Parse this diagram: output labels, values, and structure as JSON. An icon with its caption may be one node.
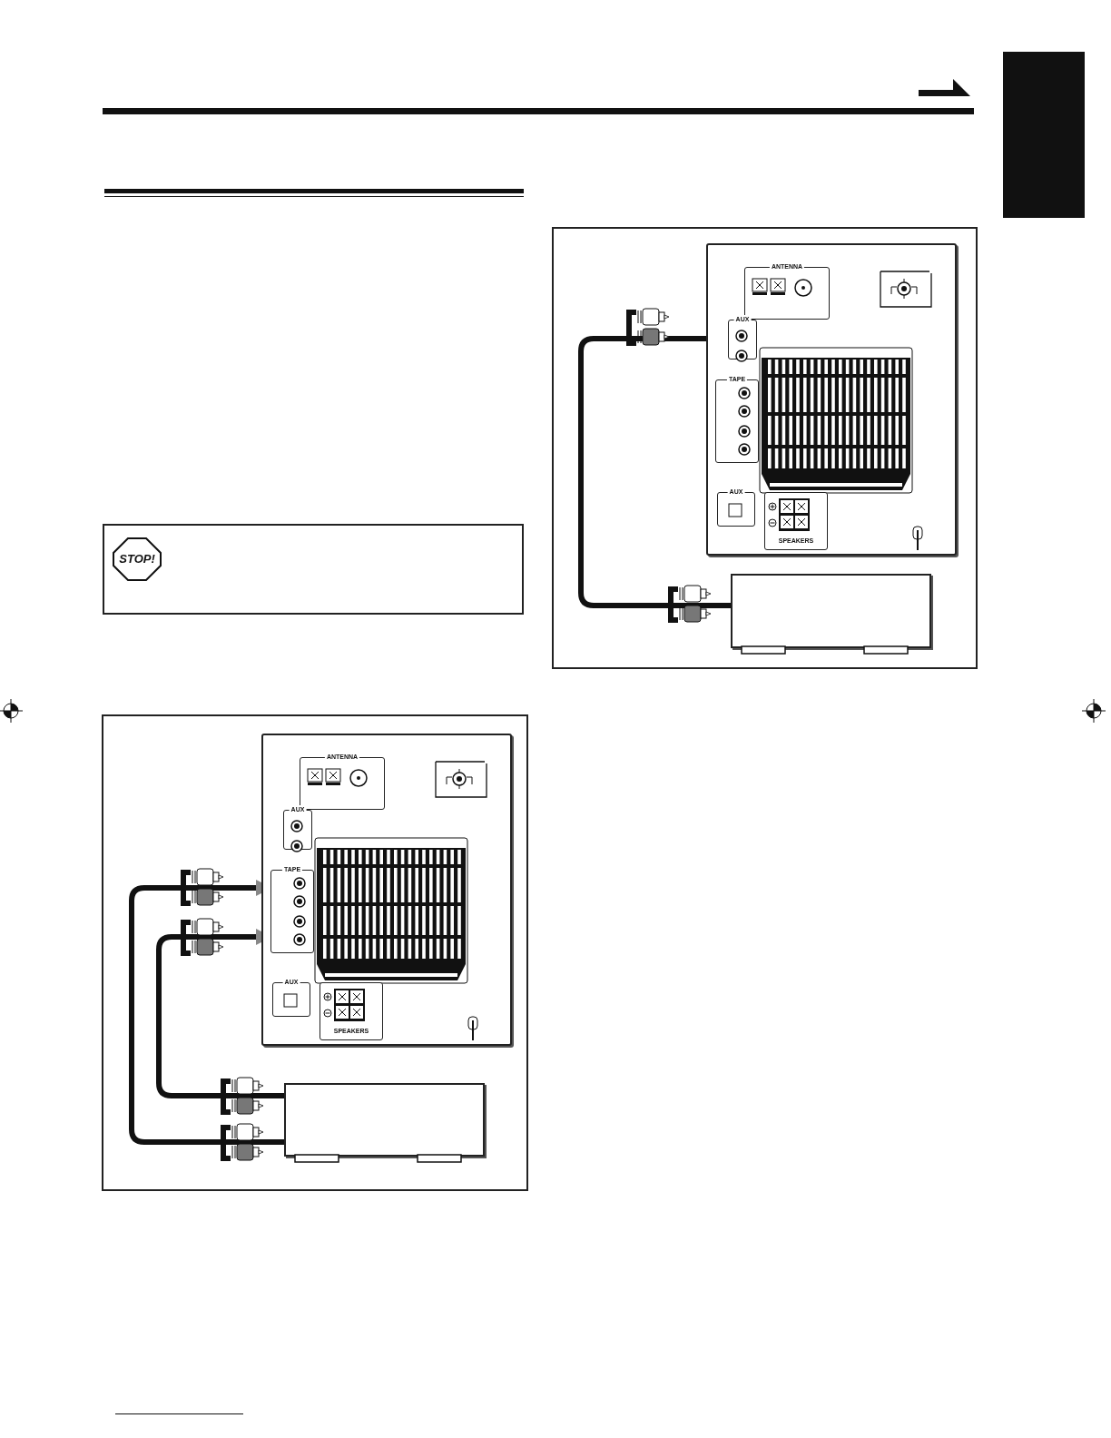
{
  "diagram": {
    "nodes": [
      {
        "text": [],
        "shape": "box"
      },
      {
        "text": [
          "ANTENNA"
        ],
        "in": 0
      },
      {
        "text": [
          "AUX"
        ],
        "in": 0
      },
      {
        "text": [
          "TAPE"
        ],
        "in": 0
      },
      {
        "text": [
          "AUX"
        ],
        "in": 0
      },
      {
        "text": [
          "SPEAKERS"
        ],
        "in": 0
      },
      {
        "text": [],
        "shape": "box"
      },
      {
        "text": [],
        "shape": "box"
      },
      {
        "text": [
          "ANTENNA"
        ],
        "in": 7
      },
      {
        "text": [
          "AUX"
        ],
        "in": 7
      },
      {
        "text": [
          "TAPE"
        ],
        "in": 7
      },
      {
        "text": [
          "AUX"
        ],
        "in": 7
      },
      {
        "text": [
          "SPEAKERS"
        ],
        "in": 7
      },
      {
        "text": [],
        "shape": "box"
      },
      {
        "text": [],
        "shape": "bar"
      }
    ],
    "edges": [
      {
        "from": 6,
        "to": 2,
        "arrow": "to"
      },
      {
        "from": 13,
        "to": 10,
        "arrow": "to"
      },
      {
        "from": 13,
        "to": 10,
        "arrow": "to"
      }
    ],
    "labels": [
      "STOP!"
    ]
  }
}
